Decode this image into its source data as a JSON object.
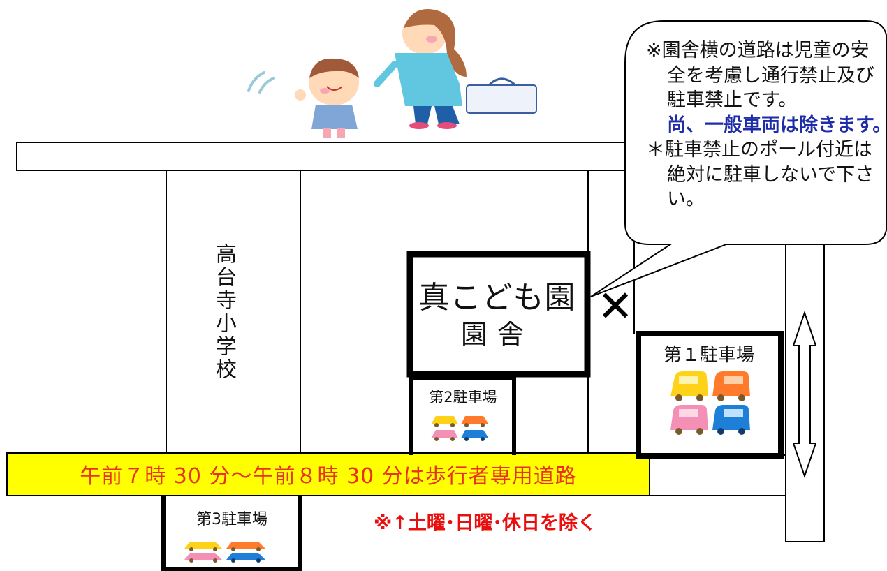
{
  "map": {
    "school_label": "高台寺小学校",
    "building": {
      "name": "真こども園",
      "sub": "園舎"
    },
    "lots": [
      {
        "label": "第１駐車場"
      },
      {
        "label": "第2駐車場"
      },
      {
        "label": "第3駐車場"
      }
    ],
    "pedestrian_banner": "午前７時 30 分～午前８時 30 分は歩行者専用道路",
    "exception_note": "※↑土曜･日曜･休日を除く",
    "no_entry_mark": "✕",
    "callout": {
      "line1": "※園舎横の道路は児童の安",
      "line2": "全を考慮し通行禁止及び",
      "line3": "駐車禁止です。",
      "line4": "尚、一般車両は除きます。",
      "line5": "＊駐車禁止のポール付近は",
      "line6": "絶対に駐車しないで下さ",
      "line7": "い。"
    }
  },
  "colors": {
    "banner_fill": "#ffff00",
    "banner_text": "#e8321e",
    "note_red": "#e8100e",
    "note_blue": "#1f2ea8",
    "car_yellow": "#ffd21a",
    "car_orange": "#ff7a2a",
    "car_pink": "#f48fb5",
    "car_blue": "#1e7fd8"
  },
  "icons": [
    "mother-child-illustration",
    "car-icon",
    "two-way-arrow-icon",
    "no-entry-cross-icon"
  ]
}
